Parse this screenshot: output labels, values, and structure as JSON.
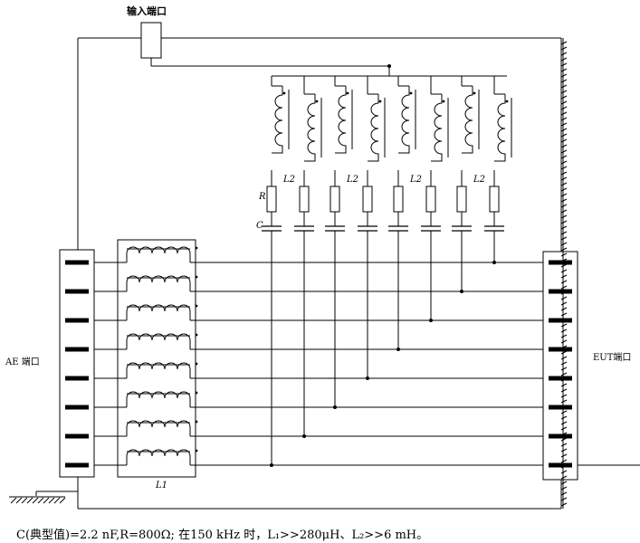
{
  "labels": {
    "input_port": "输入端口",
    "ae_port": "AE 端口",
    "eut_port": "EUT端口",
    "l1": "L1",
    "l2": "L2",
    "r": "R",
    "c": "C"
  },
  "caption": "C(典型值)=2.2 nF,R=800Ω;   在150 kHz 时，L₁>>280μH、L₂>>6        mH。",
  "line_count": 8
}
